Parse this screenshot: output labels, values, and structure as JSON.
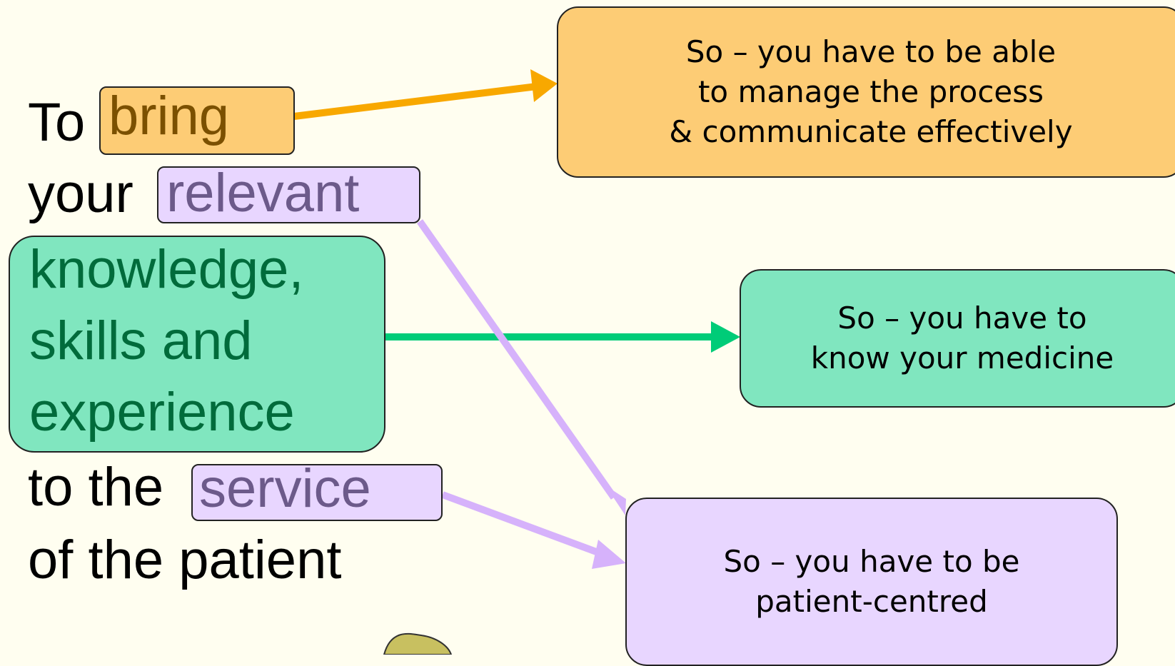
{
  "left": {
    "to": "To",
    "bring": "bring",
    "your": "your",
    "relevant": "relevant",
    "knowledge_lines": [
      "knowledge,",
      "skills and",
      "experience"
    ],
    "to_the": "to the",
    "service": "service",
    "of_the_patient": "of the patient"
  },
  "boxes": {
    "process": "So – you have to be able\nto manage the process\n& communicate effectively",
    "medicine": "So – you have to\nknow your medicine",
    "patient": "So – you have to be\npatient-centred"
  },
  "colors": {
    "orange_fill": "#fdcc75",
    "orange_text": "#7b5000",
    "orange_arrow": "#f8a800",
    "green_fill": "#80e6bf",
    "green_text": "#006b3b",
    "green_arrow": "#00cc78",
    "purple_fill": "#e8d6ff",
    "purple_text": "#6c5a8a",
    "purple_arrow": "#d6b2fb"
  }
}
